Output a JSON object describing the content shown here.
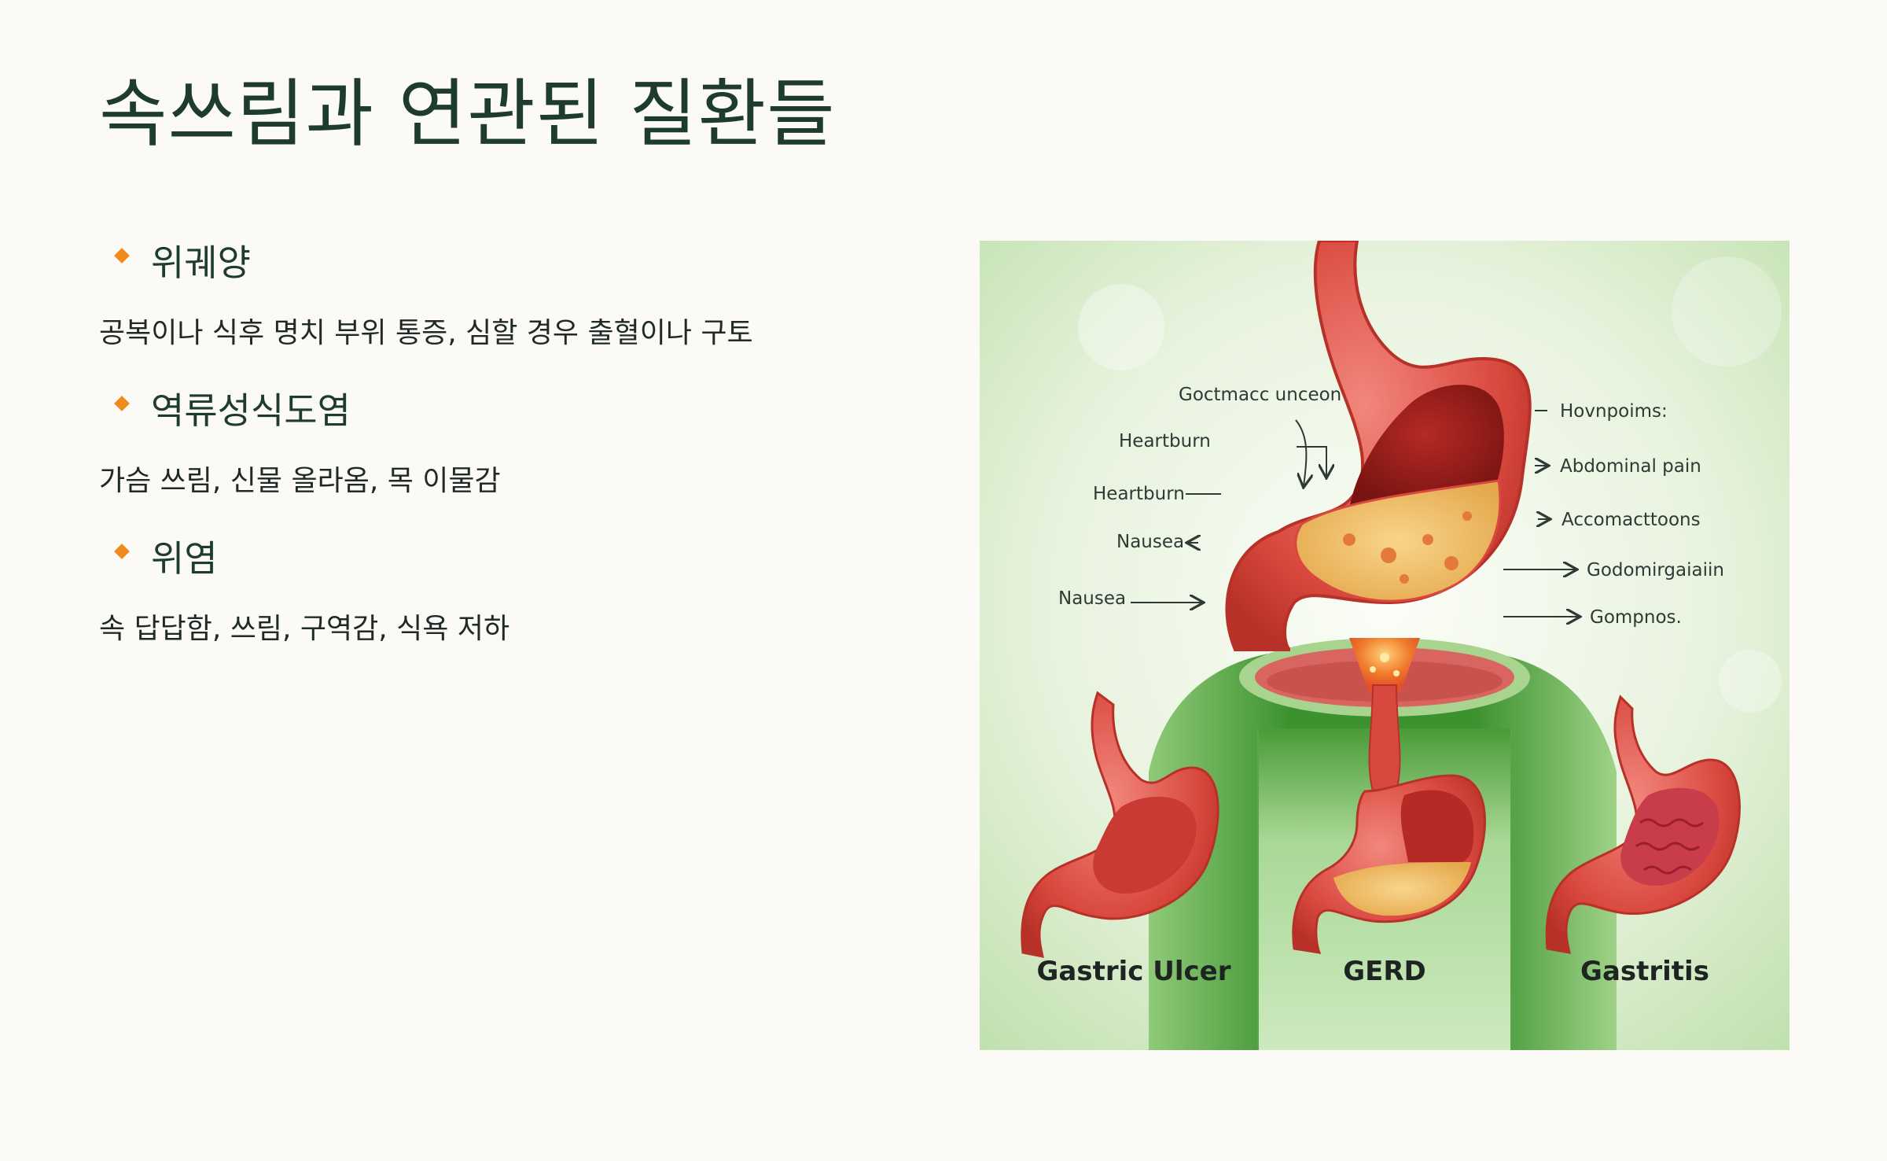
{
  "title": "속쓰림과 연관된 질환들",
  "diseases": [
    {
      "name": "위궤양",
      "description": "공복이나 식후 명치 부위 통증, 심할 경우 출혈이나 구토"
    },
    {
      "name": "역류성식도염",
      "description": "가슴 쓰림, 신물 올라옴, 목 이물감"
    },
    {
      "name": "위염",
      "description": "속 답답함, 쓰림, 구역감, 식욕 저하"
    }
  ],
  "illustration": {
    "left_labels": [
      "Goctmacc unceon",
      "Heartburn",
      "Heartburn",
      "Nausea",
      "Nausea"
    ],
    "right_labels": [
      "Hovnpoims:",
      "Abdominal pain",
      "Accomacttoons",
      "Godomirgaiaiin",
      "Gompnos."
    ],
    "captions": [
      "Gastric Ulcer",
      "GERD",
      "Gastritis"
    ],
    "colors": {
      "accent": "#f08a1c",
      "title": "#1e3b2f",
      "background_green": "#3a8f2c",
      "stomach_red": "#d9483f"
    }
  }
}
